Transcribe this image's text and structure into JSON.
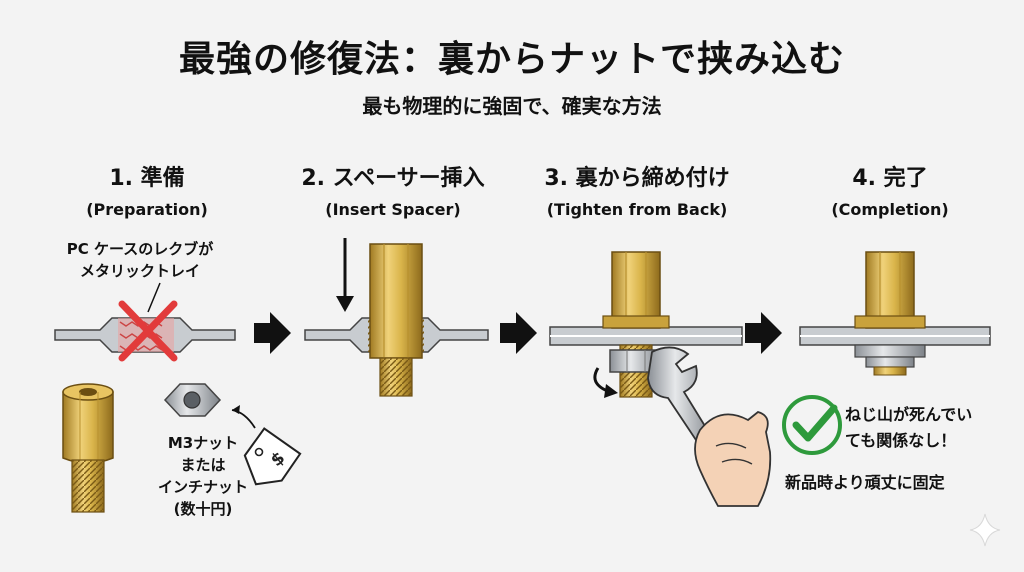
{
  "title": "最強の修復法：裏からナットで挟み込む",
  "subtitle": "最も物理的に強固で、確実な方法",
  "steps": [
    {
      "num_label": "1. 準備",
      "en_label": "(Preparation)"
    },
    {
      "num_label": "2. スペーサー挿入",
      "en_label": "(Insert Spacer)"
    },
    {
      "num_label": "3. 裏から締め付け",
      "en_label": "(Tighten from Back)"
    },
    {
      "num_label": "4. 完了",
      "en_label": "(Completion)"
    }
  ],
  "annotations": {
    "case_note_line1": "PC ケースのレクブが",
    "case_note_line2": "メタリックトレイ",
    "nut_note_line1": "M3ナット",
    "nut_note_line2": "または",
    "nut_note_line3": "インチナット",
    "nut_note_line4": "(数十円)"
  },
  "result": {
    "line1": "ねじ山が死んでい",
    "line2": "ても関係なし！",
    "line3": "新品時より頑丈に固定"
  },
  "colors": {
    "brass": "#d9b44a",
    "brass_dark": "#a07a22",
    "steel": "#c8ccd0",
    "cross": "#e23b3b",
    "check": "#2e9a3c",
    "arrow": "#111111"
  },
  "icons": [
    "red-cross-icon",
    "check-circle-icon",
    "price-tag-icon",
    "rotate-arrow-icon",
    "wrench-icon",
    "hand-icon",
    "sparkle-icon"
  ]
}
